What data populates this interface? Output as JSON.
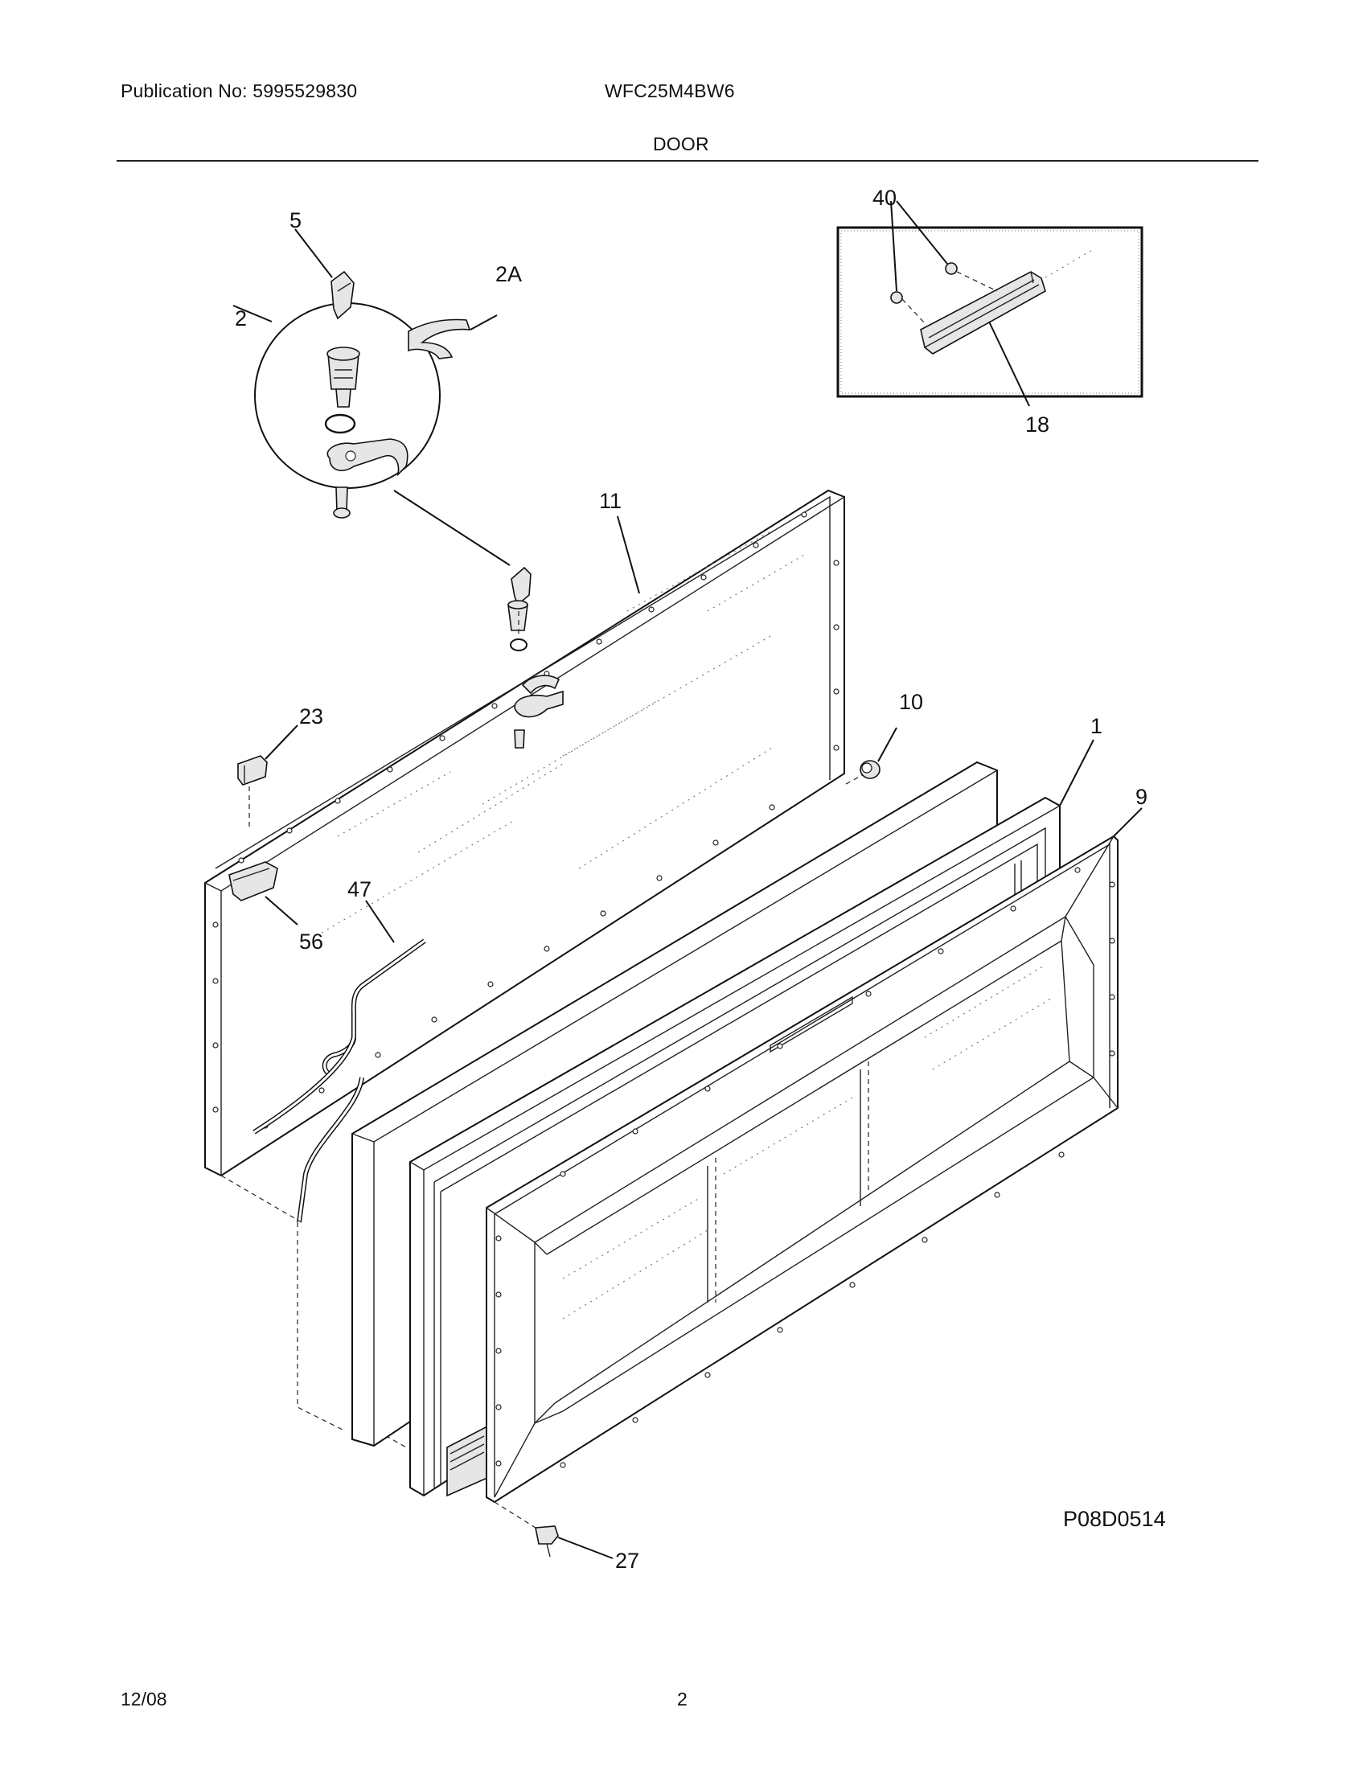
{
  "header": {
    "publication": "Publication No: 5995529830",
    "model": "WFC25M4BW6",
    "section_title": "DOOR"
  },
  "diagram": {
    "code": "P08D0514",
    "callouts": {
      "c5": "5",
      "c2": "2",
      "c2a": "2A",
      "c40": "40",
      "c18": "18",
      "c11": "11",
      "c23": "23",
      "c10": "10",
      "c1": "1",
      "c9": "9",
      "c47": "47",
      "c56": "56",
      "c27": "27"
    }
  },
  "footer": {
    "date": "12/08",
    "page": "2"
  }
}
